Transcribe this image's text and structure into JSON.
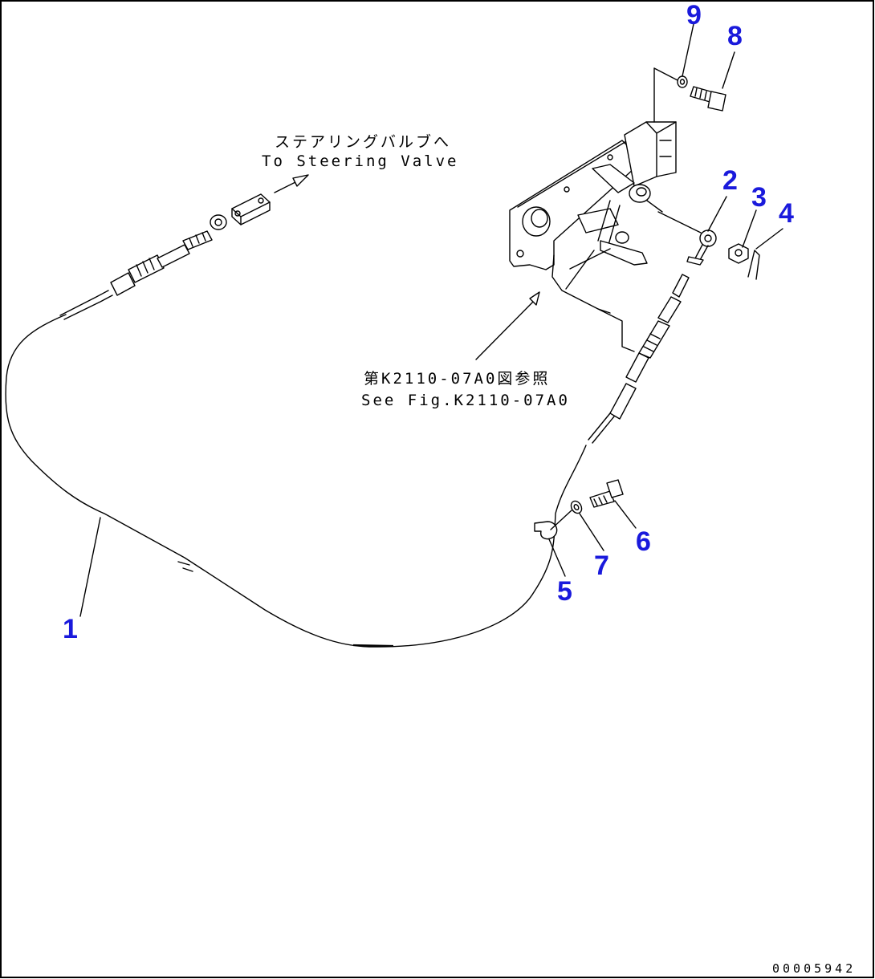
{
  "callouts": [
    {
      "id": "1",
      "label": "1"
    },
    {
      "id": "2",
      "label": "2"
    },
    {
      "id": "3",
      "label": "3"
    },
    {
      "id": "4",
      "label": "4"
    },
    {
      "id": "5",
      "label": "5"
    },
    {
      "id": "6",
      "label": "6"
    },
    {
      "id": "7",
      "label": "7"
    },
    {
      "id": "8",
      "label": "8"
    },
    {
      "id": "9",
      "label": "9"
    }
  ],
  "notes": {
    "steering_jp": "ステアリングバルブへ",
    "steering_en": "To Steering Valve",
    "ref_jp": "第K2110-07A0図参照",
    "ref_en": "See Fig.K2110-07A0"
  },
  "drawing_code": "00005942",
  "colors": {
    "callout": "#1a1adc",
    "line": "#000000",
    "background": "#ffffff"
  }
}
